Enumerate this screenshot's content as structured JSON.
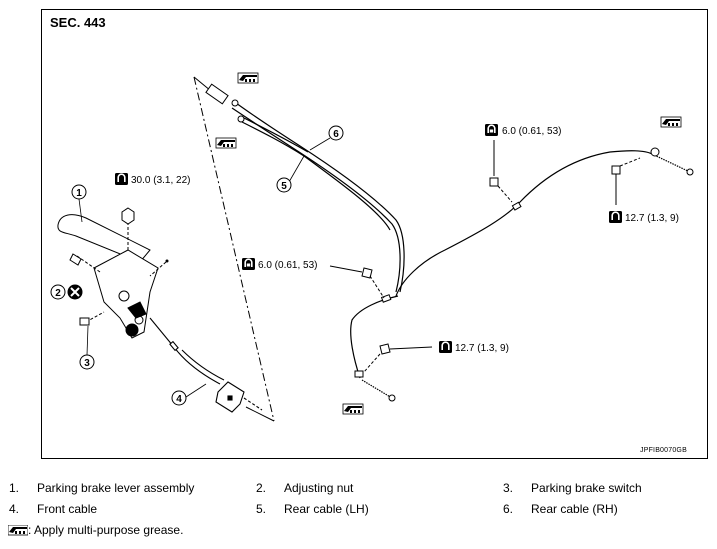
{
  "diagram": {
    "section": "SEC. 443",
    "figure_id": "JPFIB0070GB",
    "torques": {
      "lever_nut": "30.0 (3.1, 22)",
      "upper_bolt_right": "6.0 (0.61, 53)",
      "lower_bolt_right": "12.7 (1.3, 9)",
      "center_bolt": "6.0 (0.61, 53)",
      "center_lower_bolt": "12.7 (1.3, 9)"
    },
    "callouts": [
      "1",
      "2",
      "3",
      "4",
      "5",
      "6"
    ]
  },
  "legend": [
    {
      "num": "1.",
      "label": "Parking brake lever assembly"
    },
    {
      "num": "2.",
      "label": "Adjusting nut"
    },
    {
      "num": "3.",
      "label": "Parking brake switch"
    },
    {
      "num": "4.",
      "label": "Front cable"
    },
    {
      "num": "5.",
      "label": "Rear cable (LH)"
    },
    {
      "num": "6.",
      "label": "Rear cable (RH)"
    }
  ],
  "note": ": Apply multi-purpose grease.",
  "icons": [
    "torque-wrench-icon",
    "grease-icon",
    "do-not-reuse-icon"
  ]
}
